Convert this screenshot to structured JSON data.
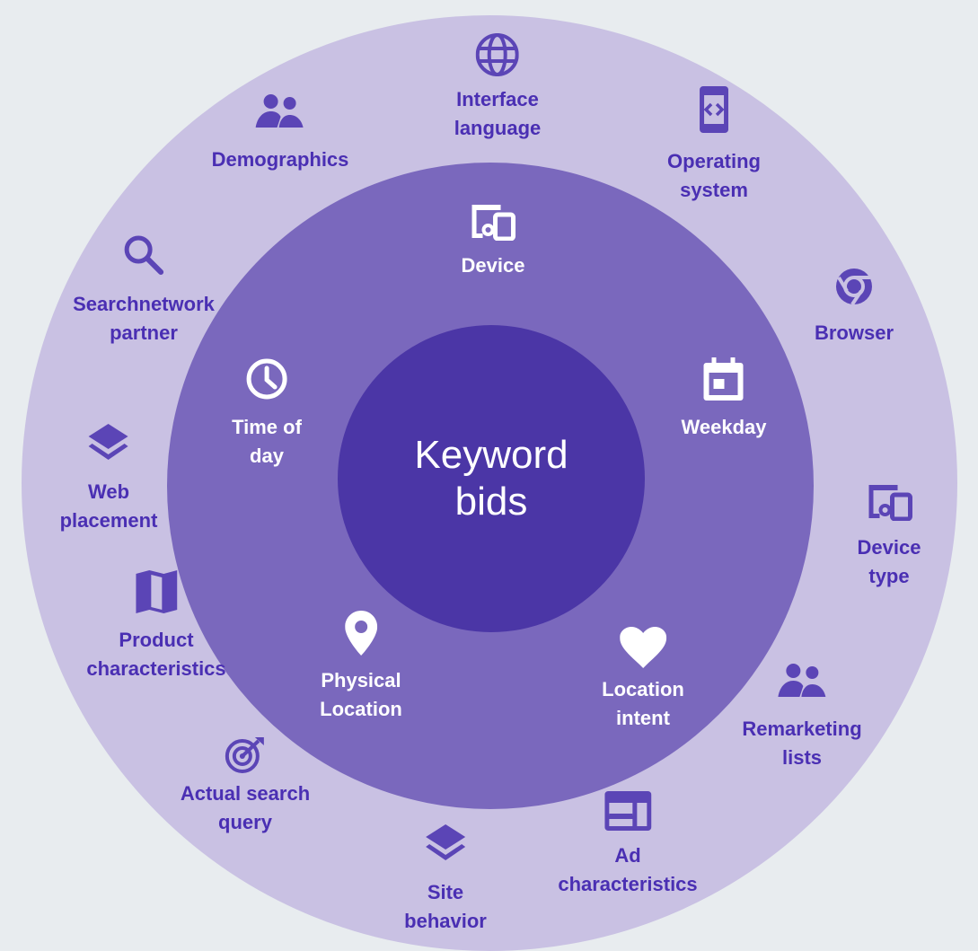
{
  "center": {
    "title": "Keyword\nbids"
  },
  "middle_ring": {
    "device": "Device",
    "weekday": "Weekday",
    "location_intent": "Location\nintent",
    "physical_location": "Physical\nLocation",
    "time_of_day": "Time of\nday"
  },
  "outer_ring": {
    "interface_language": "Interface\nlanguage",
    "operating_system": "Operating\nsystem",
    "browser": "Browser",
    "device_type": "Device type",
    "remarketing_lists": "Remarketing\nlists",
    "ad_characteristics": "Ad\ncharacteristics",
    "site_behavior": "Site\nbehavior",
    "actual_search_query": "Actual search\nquery",
    "product_characteristics": "Product\ncharacteristics",
    "web_placement": "Web\nplacement",
    "searchnetwork_partner": "Searchnetwork\npartner",
    "demographics": "Demographics"
  },
  "colors": {
    "background": "#e8ecef",
    "outer_ring": "#c9c1e3",
    "middle_ring": "#7a68bd",
    "inner_circle": "#4b36a6",
    "outer_text": "#4a2fb3",
    "middle_text": "#ffffff"
  },
  "icons": {
    "interface_language": "globe-icon",
    "operating_system": "phone-code-icon",
    "browser": "chrome-icon",
    "device_type": "devices-icon",
    "remarketing_lists": "people-icon",
    "ad_characteristics": "layout-icon",
    "site_behavior": "layers-icon",
    "actual_search_query": "target-icon",
    "product_characteristics": "map-icon",
    "web_placement": "layers-icon",
    "searchnetwork_partner": "search-icon",
    "demographics": "people-icon",
    "device": "devices-icon",
    "weekday": "calendar-icon",
    "location_intent": "heart-icon",
    "physical_location": "pin-icon",
    "time_of_day": "clock-icon"
  }
}
